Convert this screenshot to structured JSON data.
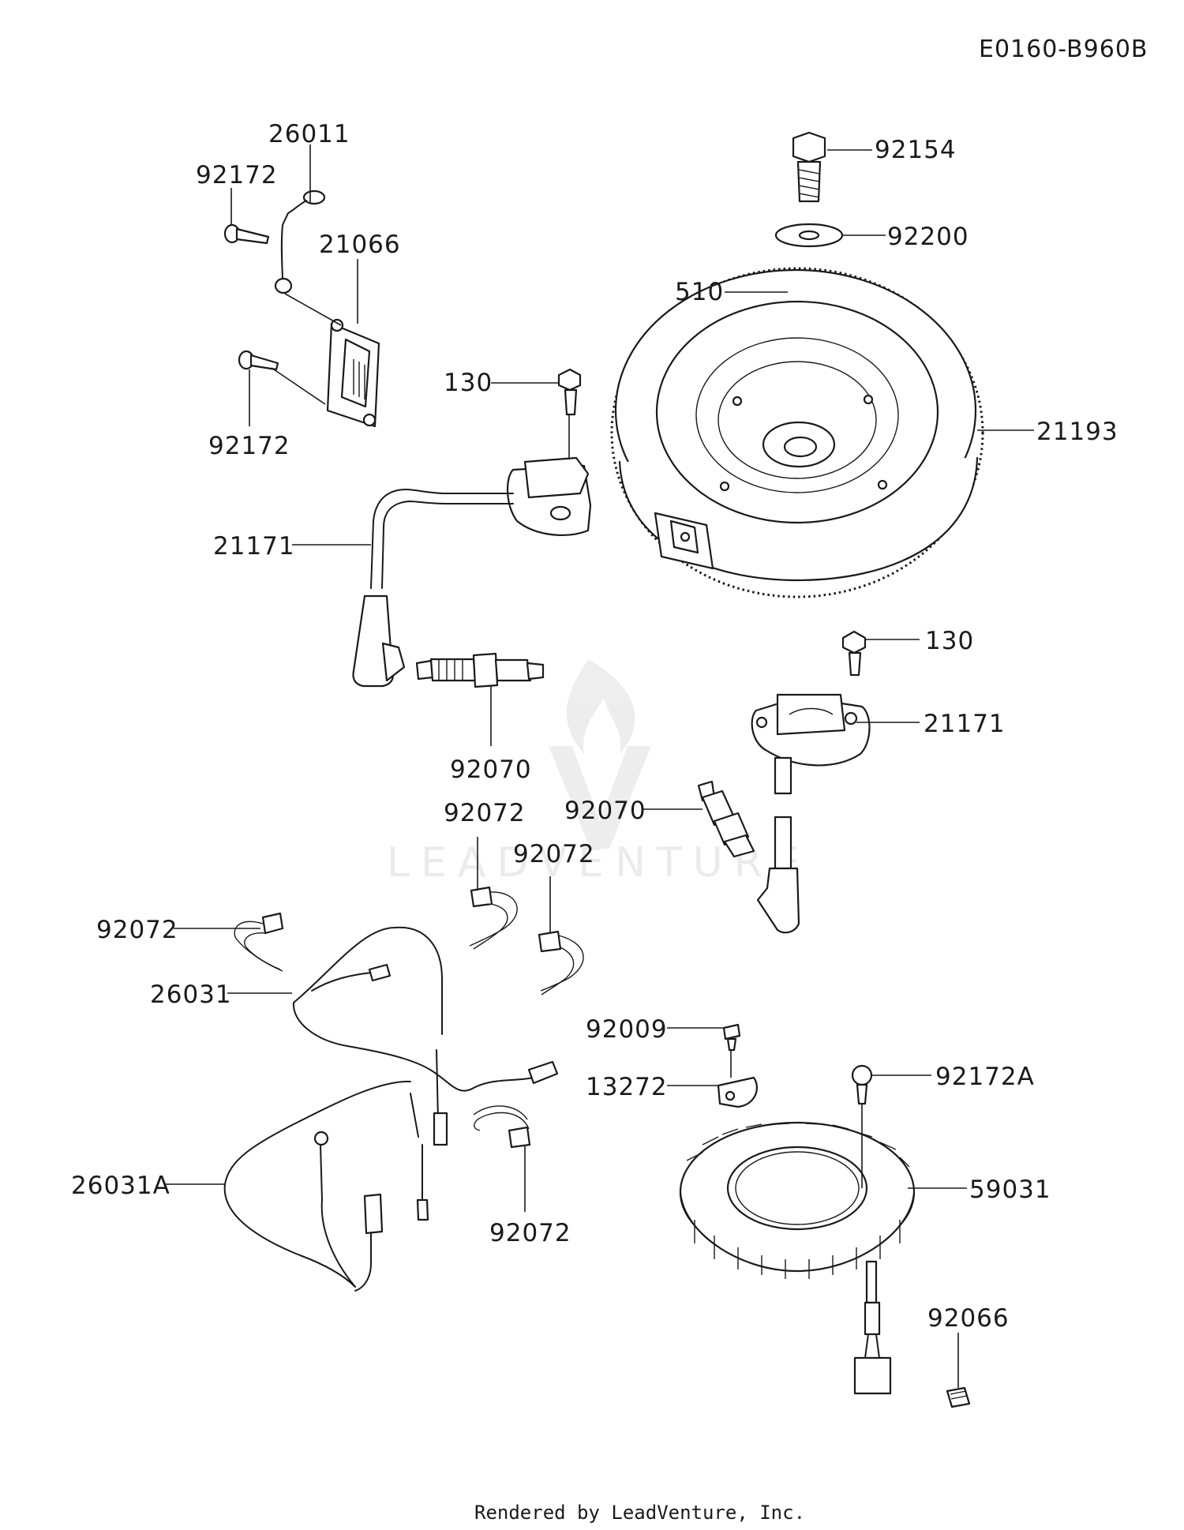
{
  "diagram_code": "E0160-B960B",
  "footer": "Rendered by LeadVenture, Inc.",
  "watermark": "LEADVENTURE",
  "callouts": [
    {
      "id": "c-26011",
      "text": "26011"
    },
    {
      "id": "c-92172-a",
      "text": "92172"
    },
    {
      "id": "c-21066",
      "text": "21066"
    },
    {
      "id": "c-92172-b",
      "text": "92172"
    },
    {
      "id": "c-130-a",
      "text": "130"
    },
    {
      "id": "c-92154",
      "text": "92154"
    },
    {
      "id": "c-92200",
      "text": "92200"
    },
    {
      "id": "c-510",
      "text": "510"
    },
    {
      "id": "c-21193",
      "text": "21193"
    },
    {
      "id": "c-21171-a",
      "text": "21171"
    },
    {
      "id": "c-92070-a",
      "text": "92070"
    },
    {
      "id": "c-130-b",
      "text": "130"
    },
    {
      "id": "c-21171-b",
      "text": "21171"
    },
    {
      "id": "c-92070-b",
      "text": "92070"
    },
    {
      "id": "c-92072-a",
      "text": "92072"
    },
    {
      "id": "c-92072-b",
      "text": "92072"
    },
    {
      "id": "c-92072-c",
      "text": "92072"
    },
    {
      "id": "c-26031",
      "text": "26031"
    },
    {
      "id": "c-92009",
      "text": "92009"
    },
    {
      "id": "c-13272",
      "text": "13272"
    },
    {
      "id": "c-92172A",
      "text": "92172A"
    },
    {
      "id": "c-59031",
      "text": "59031"
    },
    {
      "id": "c-26031A",
      "text": "26031A"
    },
    {
      "id": "c-92072-d",
      "text": "92072"
    },
    {
      "id": "c-92066",
      "text": "92066"
    }
  ]
}
